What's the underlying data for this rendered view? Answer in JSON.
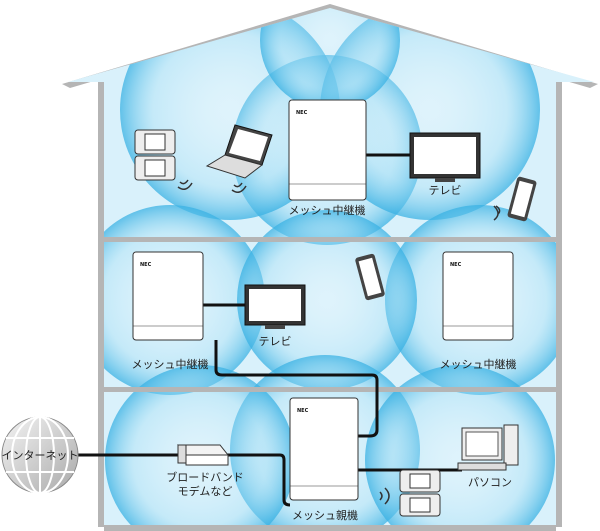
{
  "labels": {
    "repeater_top": "メッシュ中継機",
    "repeater_left": "メッシュ中継機",
    "repeater_right": "メッシュ中継機",
    "parent": "メッシュ親機",
    "tv_top": "テレビ",
    "tv_middle": "テレビ",
    "internet": "インターネット",
    "modem_line1": "ブロードバンド",
    "modem_line2": "モデムなど",
    "pc": "パソコン"
  },
  "device_brand": "NEC",
  "colors": {
    "sky": "#5bc2ea",
    "wall": "#b5b5b5",
    "cable": "#111111"
  }
}
